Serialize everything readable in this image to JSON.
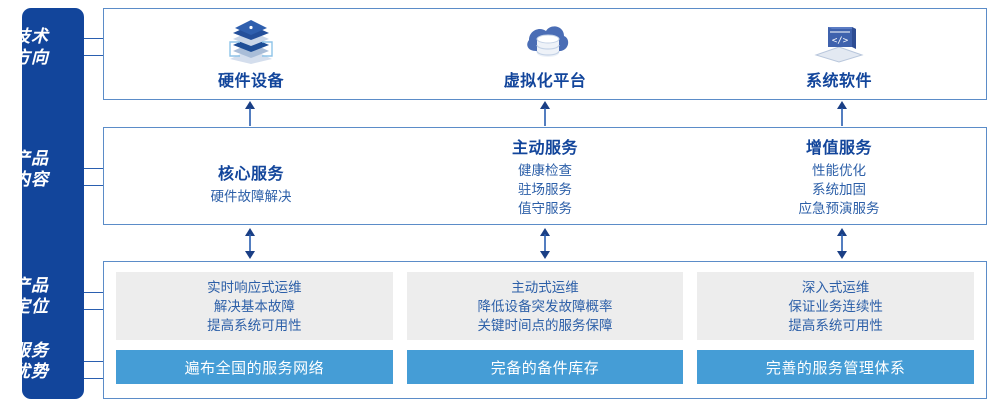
{
  "rail": {
    "items": [
      {
        "label": "技术\n方向",
        "name": "tech-direction"
      },
      {
        "label": "产品\n内容",
        "name": "product-content"
      },
      {
        "label": "产品\n定位",
        "name": "product-positioning"
      },
      {
        "label": "服务\n优势",
        "name": "service-advantage"
      }
    ]
  },
  "technology": {
    "columns": [
      {
        "icon": "server-stack-icon",
        "title": "硬件设备"
      },
      {
        "icon": "cloud-database-icon",
        "title": "虚拟化平台"
      },
      {
        "icon": "laptop-code-icon",
        "title": "系统软件"
      }
    ]
  },
  "product_content": {
    "columns": [
      {
        "title": "核心服务",
        "items": [
          "硬件故障解决"
        ]
      },
      {
        "title": "主动服务",
        "items": [
          "健康检查",
          "驻场服务",
          "值守服务"
        ]
      },
      {
        "title": "增值服务",
        "items": [
          "性能优化",
          "系统加固",
          "应急预演服务"
        ]
      }
    ]
  },
  "positioning": {
    "cards": [
      {
        "lines": [
          "实时响应式运维",
          "解决基本故障",
          "提高系统可用性"
        ]
      },
      {
        "lines": [
          "主动式运维",
          "降低设备突发故障概率",
          "关键时间点的服务保障"
        ]
      },
      {
        "lines": [
          "深入式运维",
          "保证业务连续性",
          "提高系统可用性"
        ]
      }
    ]
  },
  "advantages": {
    "bars": [
      {
        "label": "遍布全国的服务网络"
      },
      {
        "label": "完备的备件库存"
      },
      {
        "label": "完善的服务管理体系"
      }
    ]
  },
  "colors": {
    "rail_blue": "#12459b",
    "box_border": "#5b8cc8",
    "bar_blue": "#459dd6",
    "card_grey": "#ededed",
    "text_blue": "#2c5fa8",
    "title_blue": "#12459b"
  }
}
